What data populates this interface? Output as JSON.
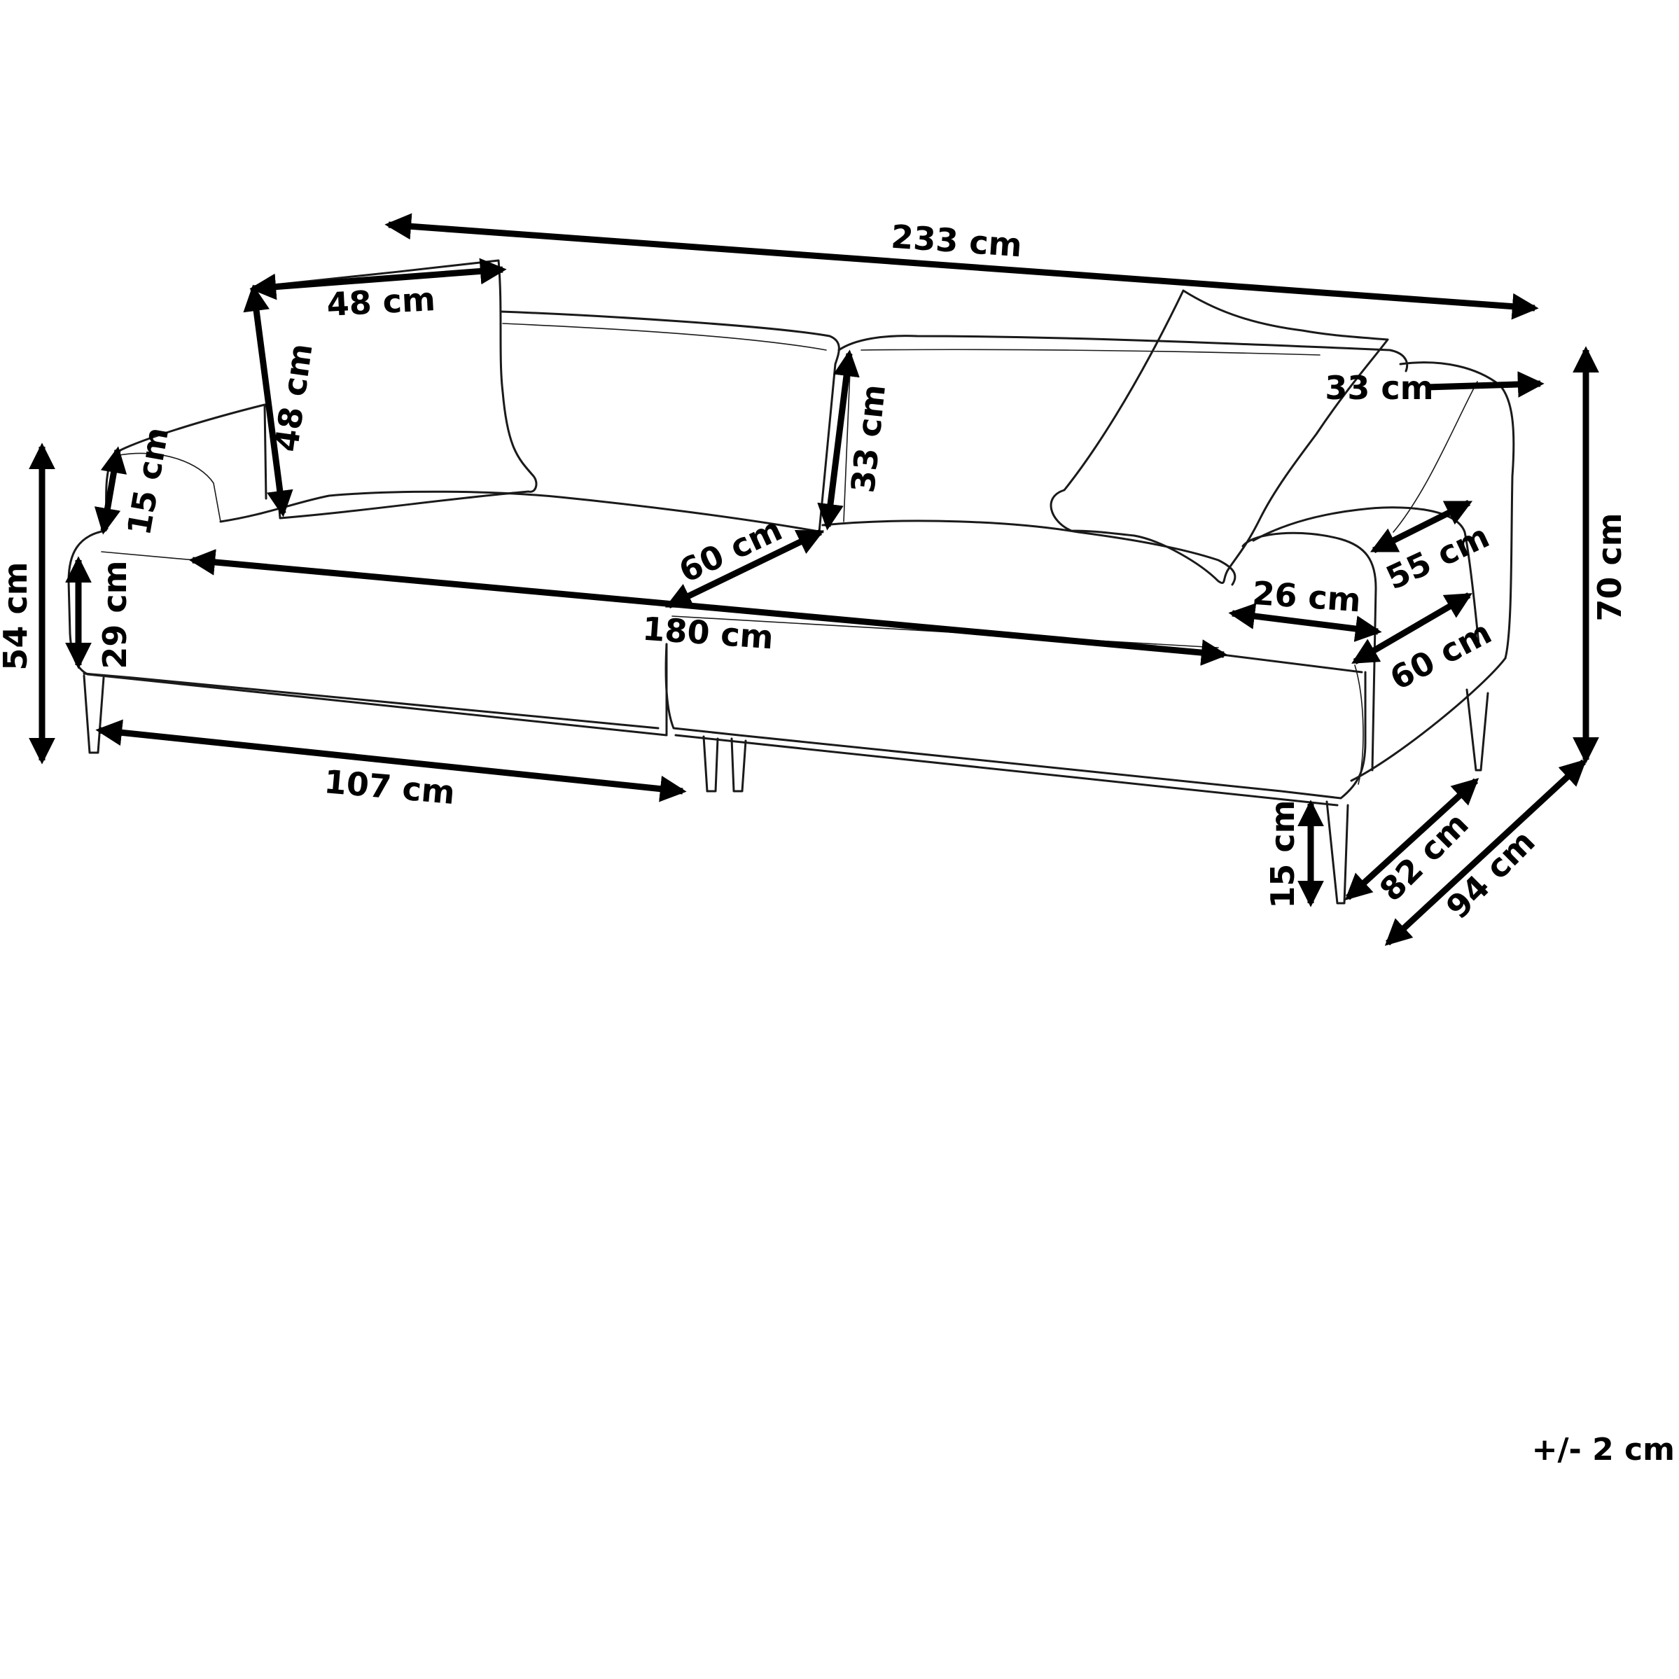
{
  "dimensions": {
    "total_width": "233 cm",
    "cushion_width": "48 cm",
    "cushion_height": "48 cm",
    "armrest_height": "15 cm",
    "total_height_left": "54 cm",
    "seat_frame_height": "29 cm",
    "backrest_height": "33 cm",
    "seat_depth": "60 cm",
    "seat_width": "180 cm",
    "module_width": "107 cm",
    "armrest_width_top": "33 cm",
    "armrest_depth": "55 cm",
    "armrest_width": "26 cm",
    "side_depth": "60 cm",
    "total_height": "70 cm",
    "seat_depth_total": "82 cm",
    "total_depth": "94 cm",
    "leg_height": "15 cm"
  },
  "tolerance": "+/- 2 cm"
}
